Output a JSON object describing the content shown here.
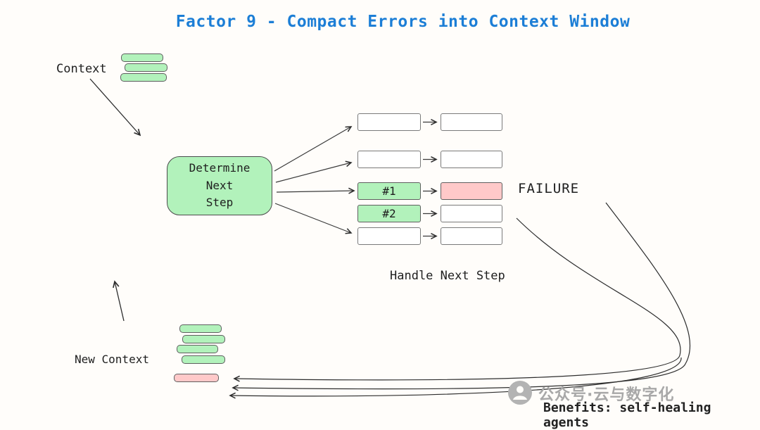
{
  "title": "Factor 9 - Compact Errors into Context Window",
  "colors": {
    "title_blue": "#1c7ed6",
    "green_fill": "#b2f2bb",
    "pink_fill": "#ffc9c9",
    "background": "#fffdfa",
    "watermark_gray": "#a8a8a8",
    "stroke_dark": "#2d2d2d"
  },
  "context": {
    "label": "Context"
  },
  "new_context": {
    "label": "New Context"
  },
  "determine_box": {
    "text": "Determine\nNext\nStep"
  },
  "handle_label": "Handle Next Step",
  "failure_label": "FAILURE",
  "rows": [
    {
      "left": {
        "label": "",
        "fill": "white"
      },
      "right": {
        "fill": "white"
      }
    },
    {
      "left": {
        "label": "",
        "fill": "white"
      },
      "right": {
        "fill": "white"
      }
    },
    {
      "left": {
        "label": "#1",
        "fill": "green"
      },
      "right": {
        "fill": "pink"
      }
    },
    {
      "left": {
        "label": "#2",
        "fill": "green"
      },
      "right": {
        "fill": "white"
      }
    },
    {
      "left": {
        "label": "",
        "fill": "white"
      },
      "right": {
        "fill": "white"
      }
    }
  ],
  "watermark": {
    "icon": "wechat-official-account-icon",
    "text": "公众号·云与数字化"
  },
  "benefits": "Benefits: self-healing agents"
}
